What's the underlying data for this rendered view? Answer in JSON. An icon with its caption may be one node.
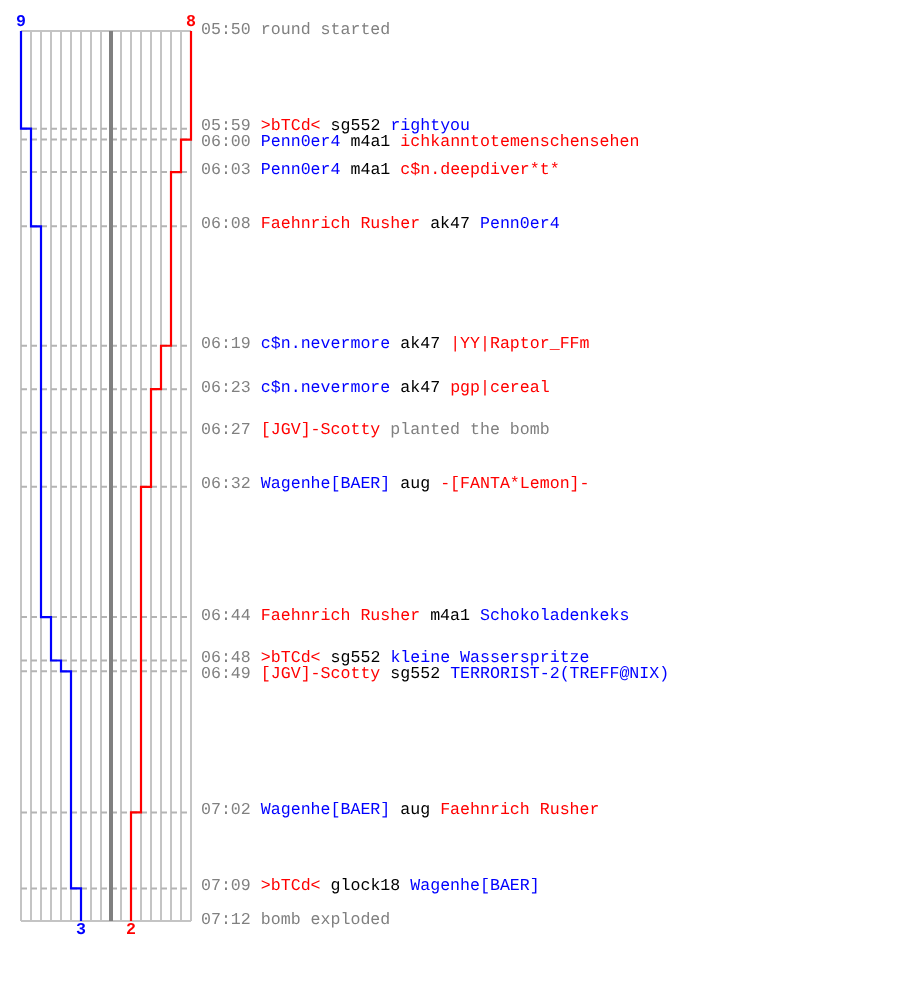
{
  "diagram": {
    "labels": [
      "9",
      "8",
      "05:50",
      "round started",
      "05:59",
      ">bTCd<",
      "sg552",
      "rightyou",
      "06:00",
      "Penn0er4",
      "m4a1",
      "ichkanntotemenschensehen",
      "06:03",
      "Penn0er4",
      "m4a1",
      "c$n.deepdiver*t*",
      "06:08",
      "Faehnrich Rusher",
      "ak47",
      "Penn0er4",
      "06:19",
      "c$n.nevermore",
      "ak47",
      "|YY|Raptor_FFm",
      "06:23",
      "c$n.nevermore",
      "ak47",
      "pgp|cereal",
      "06:27",
      "[JGV]-Scotty",
      "planted the bomb",
      "06:32",
      "Wagenhe[BAER]",
      "aug",
      "-[FANTA*Lemon]-",
      "06:44",
      "Faehnrich Rusher",
      "m4a1",
      "Schokoladenkeks",
      "06:48",
      ">bTCd<",
      "sg552",
      "kleine Wasserspritze",
      "06:49",
      "[JGV]-Scotty",
      "sg552",
      "TERRORIST-2(TREFF@NIX)",
      "07:02",
      "Wagenhe[BAER]",
      "aug",
      "Faehnrich Rusher",
      "07:09",
      ">bTCd<",
      "glock18",
      "Wagenhe[BAER]",
      "07:12",
      "bomb exploded",
      "3",
      "2"
    ]
  }
}
